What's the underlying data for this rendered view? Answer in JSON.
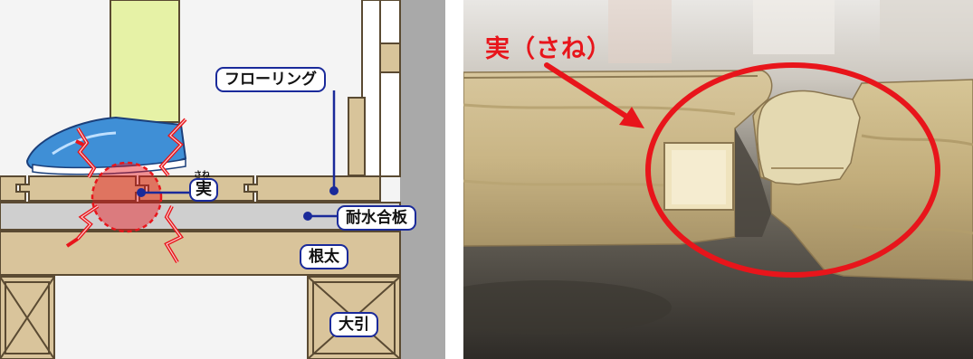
{
  "diagram": {
    "labels": {
      "flooring": "フローリング",
      "plywood": "耐水合板",
      "joist": "根太",
      "beam": "大引",
      "tongue": "実",
      "tongue_ruby": "さね"
    },
    "colors": {
      "wood": "#d8c49a",
      "wood_dark": "#c7b084",
      "joist": "#d9c49b",
      "plywood": "#cfcfcf",
      "wall": "#a8a8a8",
      "leg": "#e6f2a6",
      "slipper": "#3f8fd6",
      "crack": "#e8151b",
      "callout_line": "#1a2a9a",
      "outline": "#5a4a32"
    }
  },
  "photo": {
    "caption": "実（さね）",
    "colors": {
      "circle": "#e8151b",
      "arrow": "#e8151b"
    }
  }
}
